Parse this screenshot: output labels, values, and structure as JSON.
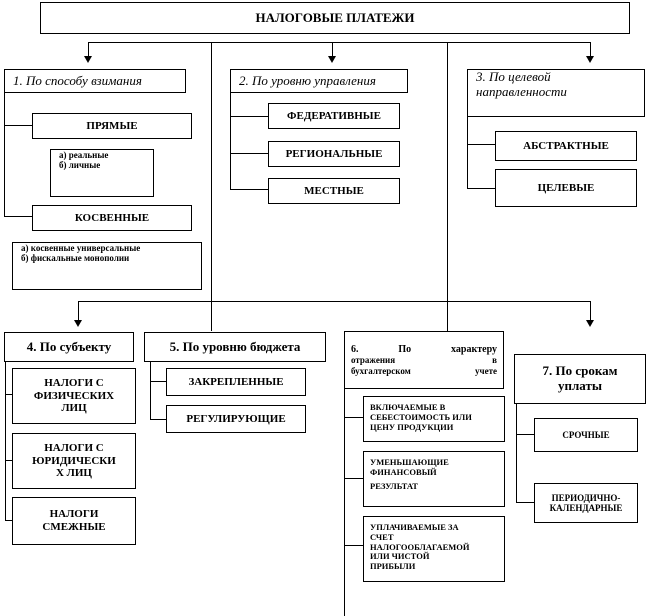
{
  "title": "НАЛОГОВЫЕ ПЛАТЕЖИ",
  "groups": {
    "g1": {
      "header": "1. По способу взимания",
      "items": [
        "ПРЯМЫЕ",
        "КОСВЕННЫЕ"
      ],
      "sub_direct": [
        "а) реальные",
        "б) личные"
      ],
      "sub_indirect": [
        "а) косвенные универсальные",
        "б) фискальные монополии"
      ]
    },
    "g2": {
      "header": "2. По уровню управления",
      "items": [
        "ФЕДЕРАТИВНЫЕ",
        "РЕГИОНАЛЬНЫЕ",
        "МЕСТНЫЕ"
      ]
    },
    "g3": {
      "header_line1": "3. По целевой",
      "header_line2": "направленности",
      "items": [
        "АБСТРАКТНЫЕ",
        "ЦЕЛЕВЫЕ"
      ]
    },
    "g4": {
      "header": "4. По субъекту",
      "items": [
        [
          "НАЛОГИ С",
          "ФИЗИЧЕСКИХ",
          "ЛИЦ"
        ],
        [
          "НАЛОГИ С",
          "ЮРИДИЧЕСКИ",
          "Х ЛИЦ"
        ],
        [
          "НАЛОГИ",
          "СМЕЖНЫЕ"
        ]
      ]
    },
    "g5": {
      "header": "5. По уровню бюджета",
      "items": [
        "ЗАКРЕПЛЕННЫЕ",
        "РЕГУЛИРУЮЩИЕ"
      ]
    },
    "g6": {
      "header_line1": "6. По характеру",
      "header_line2": "отражения в",
      "header_line3": "бухгалтерском учете",
      "items": [
        [
          "ВКЛЮЧАЕМЫЕ В",
          "СЕБЕСТОИМОСТЬ ИЛИ",
          "ЦЕНУ ПРОДУКЦИИ"
        ],
        [
          "УМЕНЬШАЮЩИЕ",
          "ФИНАНСОВЫЙ",
          "РЕЗУЛЬТАТ"
        ],
        [
          "УПЛАЧИВАЕМЫЕ ЗА",
          "СЧЕТ",
          "НАЛОГООБЛАГАЕМОЙ",
          "ИЛИ ЧИСТОЙ",
          "ПРИБЫЛИ"
        ]
      ]
    },
    "g7": {
      "header_line1": "7. По срокам",
      "header_line2": "уплаты",
      "items": [
        "СРОЧНЫЕ",
        [
          "ПЕРИОДИЧНО-",
          "КАЛЕНДАРНЫЕ"
        ]
      ]
    }
  }
}
